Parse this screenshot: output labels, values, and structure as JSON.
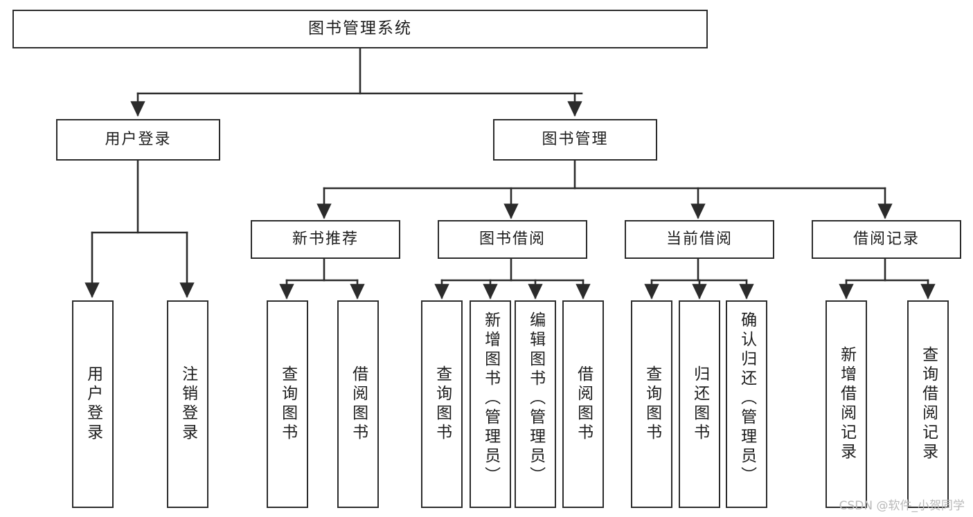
{
  "diagram": {
    "title": "图书管理系统",
    "type": "tree-hierarchy-diagram",
    "colors": {
      "stroke": "#2b2b2b",
      "fill": "#ffffff",
      "text": "#1c1c1c",
      "watermark": "#b9b9b9"
    },
    "root": {
      "label": "图书管理系统"
    },
    "level1": [
      {
        "label": "用户登录"
      },
      {
        "label": "图书管理"
      }
    ],
    "level2": [
      {
        "label": "新书推荐"
      },
      {
        "label": "图书借阅"
      },
      {
        "label": "当前借阅"
      },
      {
        "label": "借阅记录"
      }
    ],
    "leaves": {
      "user_login": [
        {
          "label": "用户登录"
        },
        {
          "label": "注销登录"
        }
      ],
      "new_book_recommend": [
        {
          "label": "查询图书"
        },
        {
          "label": "借阅图书"
        }
      ],
      "book_borrow": [
        {
          "label": "查询图书"
        },
        {
          "label": "新增图书（管理员）"
        },
        {
          "label": "编辑图书（管理员）"
        },
        {
          "label": "借阅图书"
        }
      ],
      "current_borrow": [
        {
          "label": "查询图书"
        },
        {
          "label": "归还图书"
        },
        {
          "label": "确认归还（管理员）"
        }
      ],
      "borrow_record": [
        {
          "label": "新增借阅记录"
        },
        {
          "label": "查询借阅记录"
        }
      ]
    },
    "watermark": "CSDN @软件_小贺同学"
  }
}
